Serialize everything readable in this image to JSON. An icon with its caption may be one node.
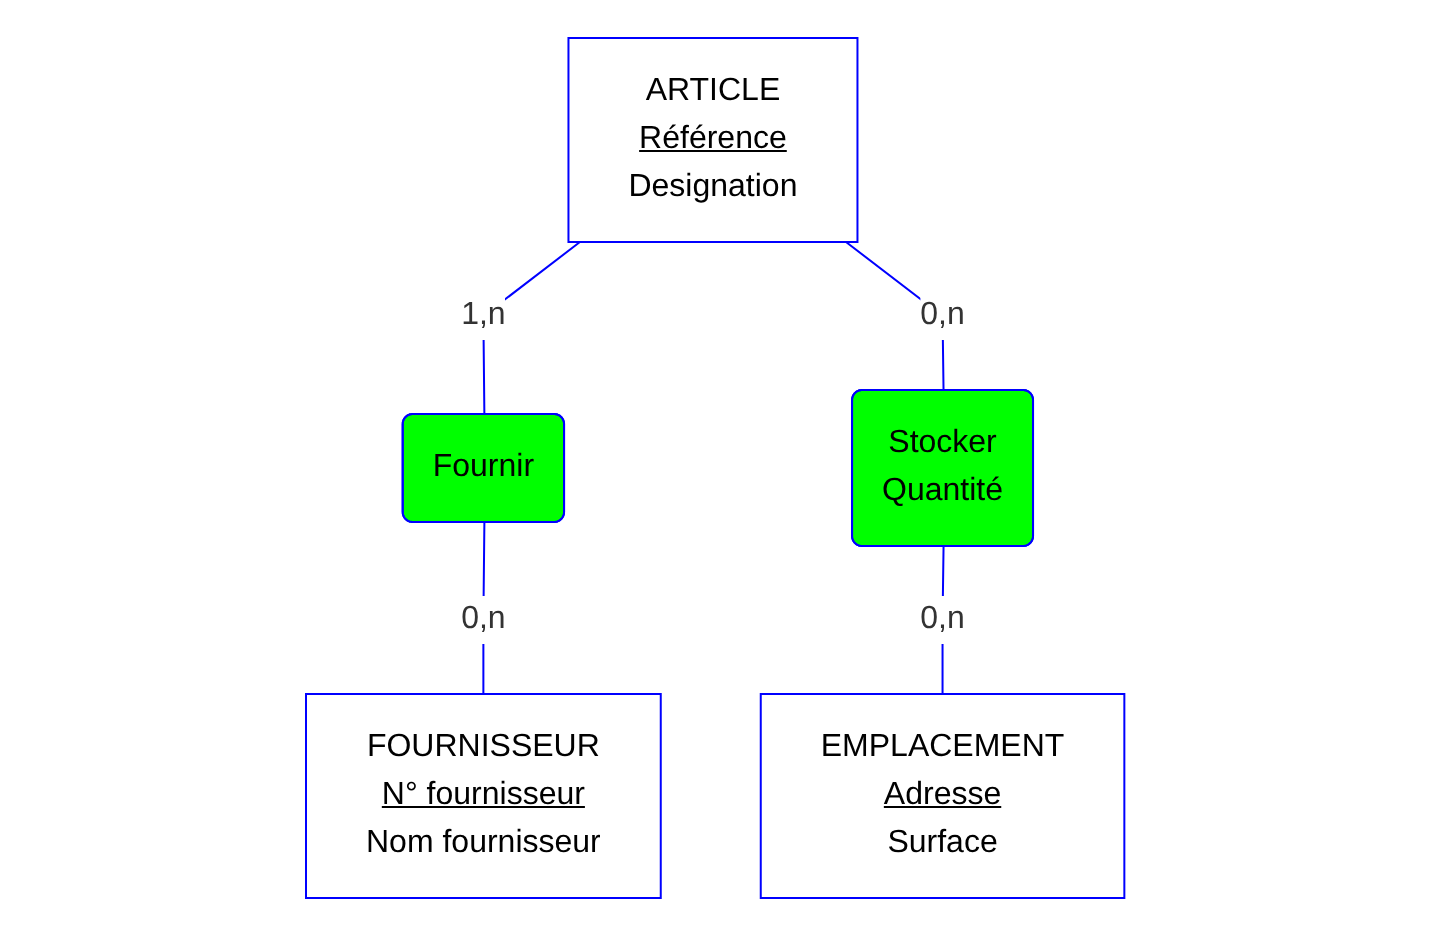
{
  "diagram": {
    "nodes": [
      {
        "text": [
          "ARTICLE",
          "Référence",
          "Designation"
        ]
      },
      {
        "text": [
          "Fournir"
        ]
      },
      {
        "text": [
          "Stocker",
          "Quantité"
        ]
      },
      {
        "text": [
          "EMPLACEMENT",
          "Adresse",
          "Surface"
        ]
      },
      {
        "text": [
          "FOURNISSEUR",
          "N° fournisseur",
          "Nom fournisseur"
        ]
      }
    ],
    "edges": [
      {
        "from": 0,
        "to": 1,
        "arrow": "none",
        "label": "1,n"
      },
      {
        "from": 0,
        "to": 2,
        "arrow": "none",
        "label": "0,n"
      },
      {
        "from": 2,
        "to": 3,
        "arrow": "none",
        "label": "0,n"
      },
      {
        "from": 1,
        "to": 4,
        "arrow": "none",
        "label": "0,n"
      }
    ]
  }
}
